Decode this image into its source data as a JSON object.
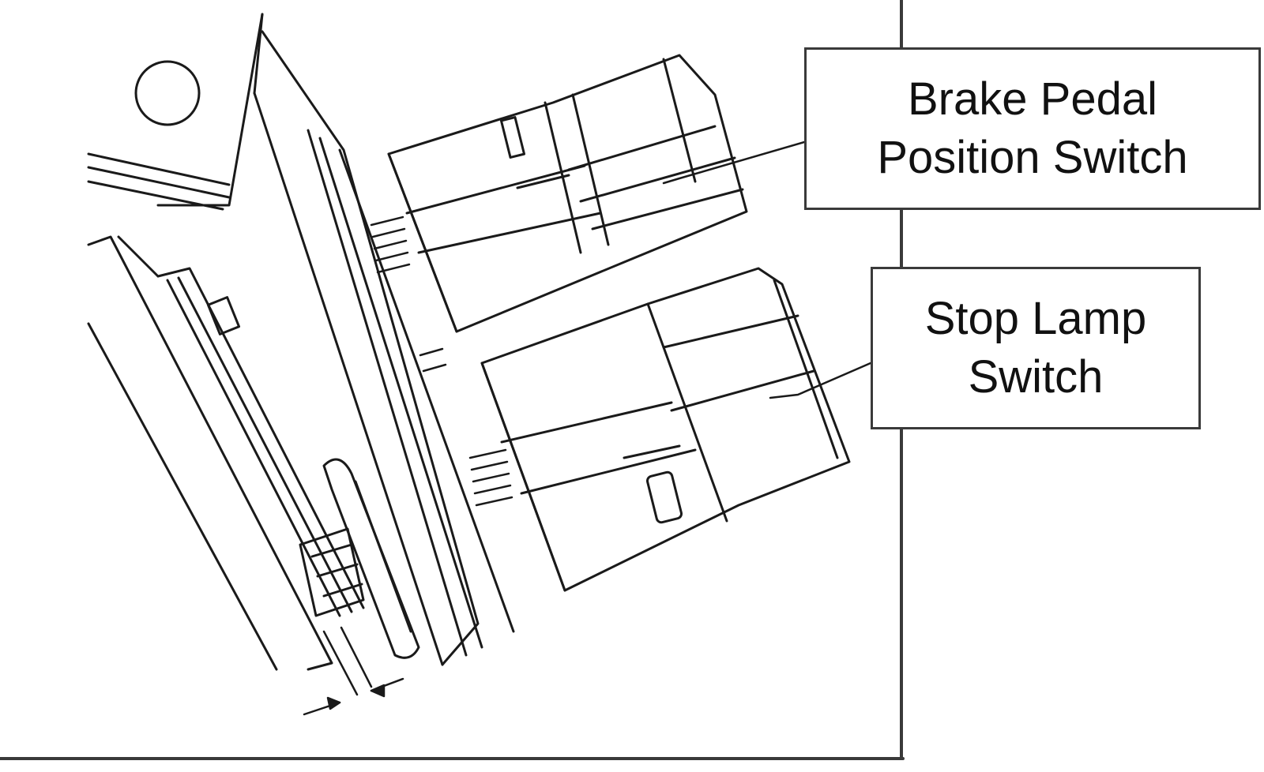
{
  "callouts": {
    "brake_pedal_position_switch": {
      "line1": "Brake Pedal",
      "line2": "Position Switch"
    },
    "stop_lamp_switch": {
      "line1": "Stop Lamp",
      "line2": "Switch"
    }
  },
  "colors": {
    "ink": "#1a1a1a",
    "background": "#ffffff",
    "frame": "#3a3a3a"
  }
}
